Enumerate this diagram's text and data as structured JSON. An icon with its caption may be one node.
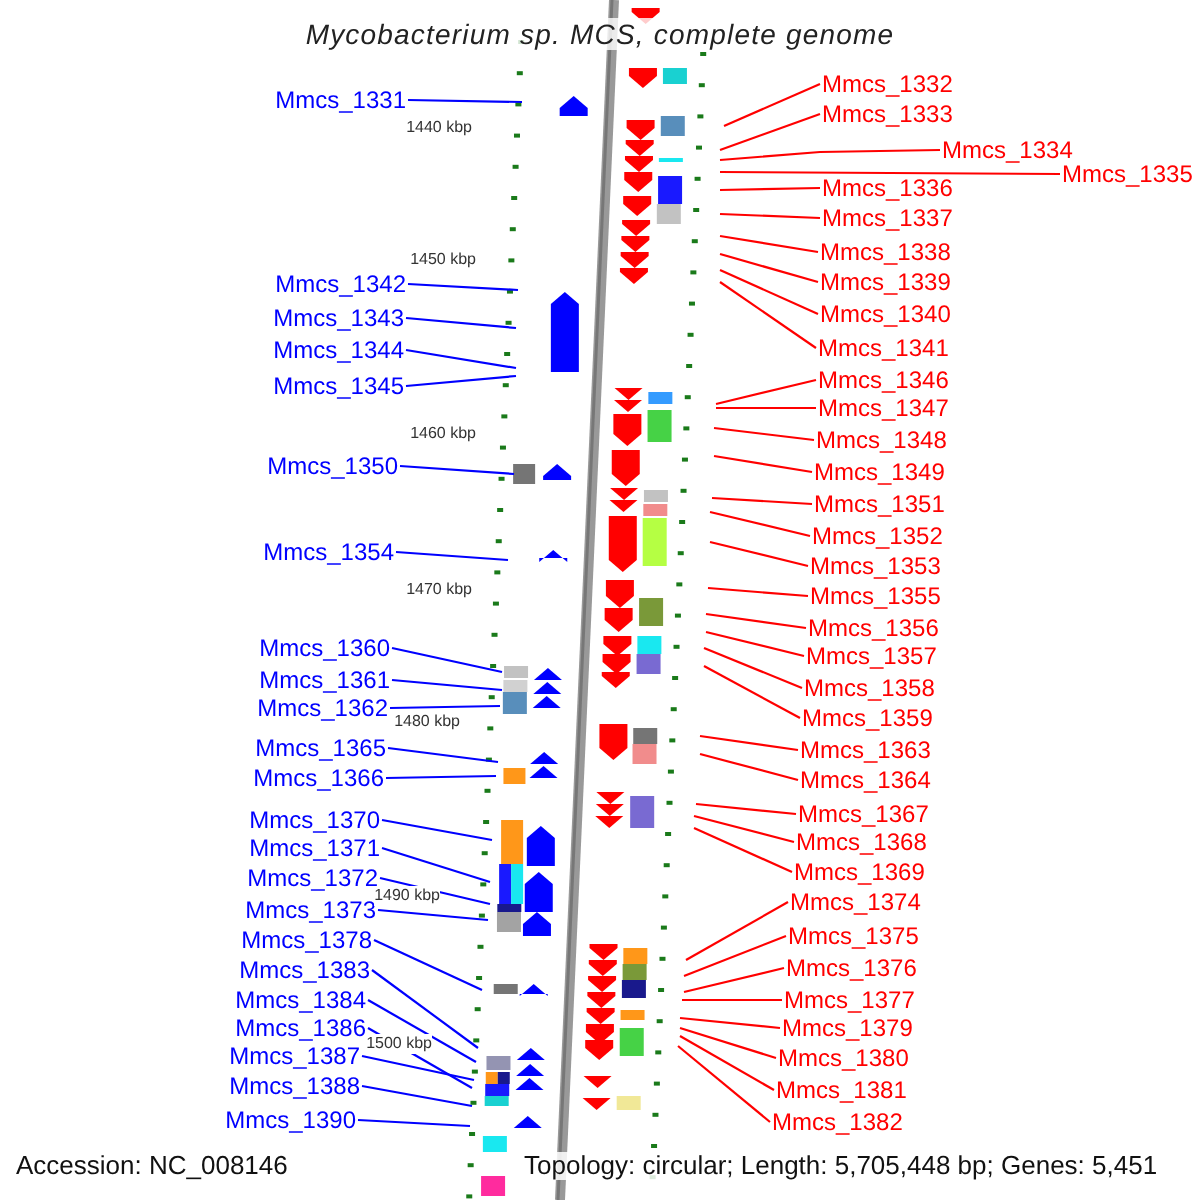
{
  "diagram": {
    "title": "Mycobacterium sp. MCS, complete genome",
    "nodes": [
      {
        "text": [
          "Mmcs_1331"
        ]
      },
      {
        "text": [
          "Mmcs_1342"
        ]
      },
      {
        "text": [
          "Mmcs_1343"
        ]
      },
      {
        "text": [
          "Mmcs_1344"
        ]
      },
      {
        "text": [
          "Mmcs_1345"
        ]
      },
      {
        "text": [
          "Mmcs_1350"
        ]
      },
      {
        "text": [
          "Mmcs_1354"
        ]
      },
      {
        "text": [
          "Mmcs_1360"
        ]
      },
      {
        "text": [
          "Mmcs_1361"
        ]
      },
      {
        "text": [
          "Mmcs_1362"
        ]
      },
      {
        "text": [
          "Mmcs_1365"
        ]
      },
      {
        "text": [
          "Mmcs_1366"
        ]
      },
      {
        "text": [
          "Mmcs_1370"
        ]
      },
      {
        "text": [
          "Mmcs_1371"
        ]
      },
      {
        "text": [
          "Mmcs_1372"
        ]
      },
      {
        "text": [
          "Mmcs_1373"
        ]
      },
      {
        "text": [
          "Mmcs_1378"
        ]
      },
      {
        "text": [
          "Mmcs_1383"
        ]
      },
      {
        "text": [
          "Mmcs_1384"
        ]
      },
      {
        "text": [
          "Mmcs_1386"
        ]
      },
      {
        "text": [
          "Mmcs_1387"
        ]
      },
      {
        "text": [
          "Mmcs_1388"
        ]
      },
      {
        "text": [
          "Mmcs_1390"
        ]
      },
      {
        "text": [
          "Mmcs_1332"
        ]
      },
      {
        "text": [
          "Mmcs_1333"
        ]
      },
      {
        "text": [
          "Mmcs_1334"
        ]
      },
      {
        "text": [
          "Mmcs_1335"
        ]
      },
      {
        "text": [
          "Mmcs_1336"
        ]
      },
      {
        "text": [
          "Mmcs_1337"
        ]
      },
      {
        "text": [
          "Mmcs_1338"
        ]
      },
      {
        "text": [
          "Mmcs_1339"
        ]
      },
      {
        "text": [
          "Mmcs_1340"
        ]
      },
      {
        "text": [
          "Mmcs_1341"
        ]
      },
      {
        "text": [
          "Mmcs_1346"
        ]
      },
      {
        "text": [
          "Mmcs_1347"
        ]
      },
      {
        "text": [
          "Mmcs_1348"
        ]
      },
      {
        "text": [
          "Mmcs_1349"
        ]
      },
      {
        "text": [
          "Mmcs_1351"
        ]
      },
      {
        "text": [
          "Mmcs_1352"
        ]
      },
      {
        "text": [
          "Mmcs_1353"
        ]
      },
      {
        "text": [
          "Mmcs_1355"
        ]
      },
      {
        "text": [
          "Mmcs_1356"
        ]
      },
      {
        "text": [
          "Mmcs_1357"
        ]
      },
      {
        "text": [
          "Mmcs_1358"
        ]
      },
      {
        "text": [
          "Mmcs_1359"
        ]
      },
      {
        "text": [
          "Mmcs_1363"
        ]
      },
      {
        "text": [
          "Mmcs_1364"
        ]
      },
      {
        "text": [
          "Mmcs_1367"
        ]
      },
      {
        "text": [
          "Mmcs_1368"
        ]
      },
      {
        "text": [
          "Mmcs_1369"
        ]
      },
      {
        "text": [
          "Mmcs_1374"
        ]
      },
      {
        "text": [
          "Mmcs_1375"
        ]
      },
      {
        "text": [
          "Mmcs_1376"
        ]
      },
      {
        "text": [
          "Mmcs_1377"
        ]
      },
      {
        "text": [
          "Mmcs_1379"
        ]
      },
      {
        "text": [
          "Mmcs_1380"
        ]
      },
      {
        "text": [
          "Mmcs_1381"
        ]
      },
      {
        "text": [
          "Mmcs_1382"
        ]
      }
    ],
    "edges": [
      {
        "from": 0,
        "to": null,
        "arrow": "none",
        "color": "#0000ff"
      },
      {
        "from": 1,
        "to": null,
        "arrow": "none",
        "color": "#0000ff"
      },
      {
        "from": 2,
        "to": null,
        "arrow": "none",
        "color": "#0000ff"
      },
      {
        "from": 3,
        "to": null,
        "arrow": "none",
        "color": "#0000ff"
      },
      {
        "from": 4,
        "to": null,
        "arrow": "none",
        "color": "#0000ff"
      },
      {
        "from": 5,
        "to": null,
        "arrow": "none",
        "color": "#0000ff"
      },
      {
        "from": 6,
        "to": null,
        "arrow": "none",
        "color": "#0000ff"
      },
      {
        "from": 7,
        "to": null,
        "arrow": "none",
        "color": "#0000ff"
      },
      {
        "from": 8,
        "to": null,
        "arrow": "none",
        "color": "#0000ff"
      },
      {
        "from": 9,
        "to": null,
        "arrow": "none",
        "color": "#0000ff"
      },
      {
        "from": 10,
        "to": null,
        "arrow": "none",
        "color": "#0000ff"
      },
      {
        "from": 11,
        "to": null,
        "arrow": "none",
        "color": "#0000ff"
      },
      {
        "from": 12,
        "to": null,
        "arrow": "none",
        "color": "#0000ff"
      },
      {
        "from": 13,
        "to": null,
        "arrow": "none",
        "color": "#0000ff"
      },
      {
        "from": 14,
        "to": null,
        "arrow": "none",
        "color": "#0000ff"
      },
      {
        "from": 15,
        "to": null,
        "arrow": "none",
        "color": "#0000ff"
      },
      {
        "from": 16,
        "to": null,
        "arrow": "none",
        "color": "#0000ff"
      },
      {
        "from": 17,
        "to": null,
        "arrow": "none",
        "color": "#0000ff"
      },
      {
        "from": 18,
        "to": null,
        "arrow": "none",
        "color": "#0000ff"
      },
      {
        "from": 19,
        "to": null,
        "arrow": "none",
        "color": "#0000ff"
      },
      {
        "from": 20,
        "to": null,
        "arrow": "none",
        "color": "#0000ff"
      },
      {
        "from": 21,
        "to": null,
        "arrow": "none",
        "color": "#0000ff"
      },
      {
        "from": 22,
        "to": null,
        "arrow": "none",
        "color": "#0000ff"
      },
      {
        "from": 23,
        "to": null,
        "arrow": "none"
      },
      {
        "from": 24,
        "to": null,
        "arrow": "none"
      },
      {
        "from": 25,
        "to": null,
        "arrow": "none"
      },
      {
        "from": 26,
        "to": null,
        "arrow": "none"
      },
      {
        "from": 27,
        "to": null,
        "arrow": "none"
      },
      {
        "from": 28,
        "to": null,
        "arrow": "none"
      },
      {
        "from": 29,
        "to": null,
        "arrow": "none"
      },
      {
        "from": 30,
        "to": null,
        "arrow": "none"
      },
      {
        "from": 31,
        "to": null,
        "arrow": "none"
      },
      {
        "from": 32,
        "to": null,
        "arrow": "none"
      },
      {
        "from": 33,
        "to": null,
        "arrow": "none"
      },
      {
        "from": 34,
        "to": null,
        "arrow": "none"
      },
      {
        "from": 35,
        "to": null,
        "arrow": "none"
      },
      {
        "from": 36,
        "to": null,
        "arrow": "none"
      },
      {
        "from": 37,
        "to": null,
        "arrow": "none"
      },
      {
        "from": 38,
        "to": null,
        "arrow": "none"
      },
      {
        "from": 39,
        "to": null,
        "arrow": "none"
      },
      {
        "from": 40,
        "to": null,
        "arrow": "none"
      },
      {
        "from": 41,
        "to": null,
        "arrow": "none"
      },
      {
        "from": 42,
        "to": null,
        "arrow": "none"
      },
      {
        "from": 43,
        "to": null,
        "arrow": "none"
      },
      {
        "from": 44,
        "to": null,
        "arrow": "none"
      },
      {
        "from": 45,
        "to": null,
        "arrow": "none"
      },
      {
        "from": 46,
        "to": null,
        "arrow": "none"
      },
      {
        "from": 47,
        "to": null,
        "arrow": "none"
      },
      {
        "from": 48,
        "to": null,
        "arrow": "none"
      },
      {
        "from": 49,
        "to": null,
        "arrow": "none"
      },
      {
        "from": 50,
        "to": null,
        "arrow": "none"
      },
      {
        "from": 51,
        "to": null,
        "arrow": "none"
      },
      {
        "from": 52,
        "to": null,
        "arrow": "none"
      },
      {
        "from": 53,
        "to": null,
        "arrow": "none"
      },
      {
        "from": 54,
        "to": null,
        "arrow": "none"
      },
      {
        "from": 55,
        "to": null,
        "arrow": "none"
      },
      {
        "from": 56,
        "to": null,
        "arrow": "none"
      },
      {
        "from": 57,
        "to": null,
        "arrow": "none"
      }
    ],
    "labels": [
      "1440 kbp",
      "1450 kbp",
      "1460 kbp",
      "1470 kbp",
      "1480 kbp",
      "1490 kbp",
      "1500 kbp",
      "Accession: NC_008146",
      "Topology: circular; Length: 5,705,448 bp; Genes: 5,451"
    ]
  }
}
